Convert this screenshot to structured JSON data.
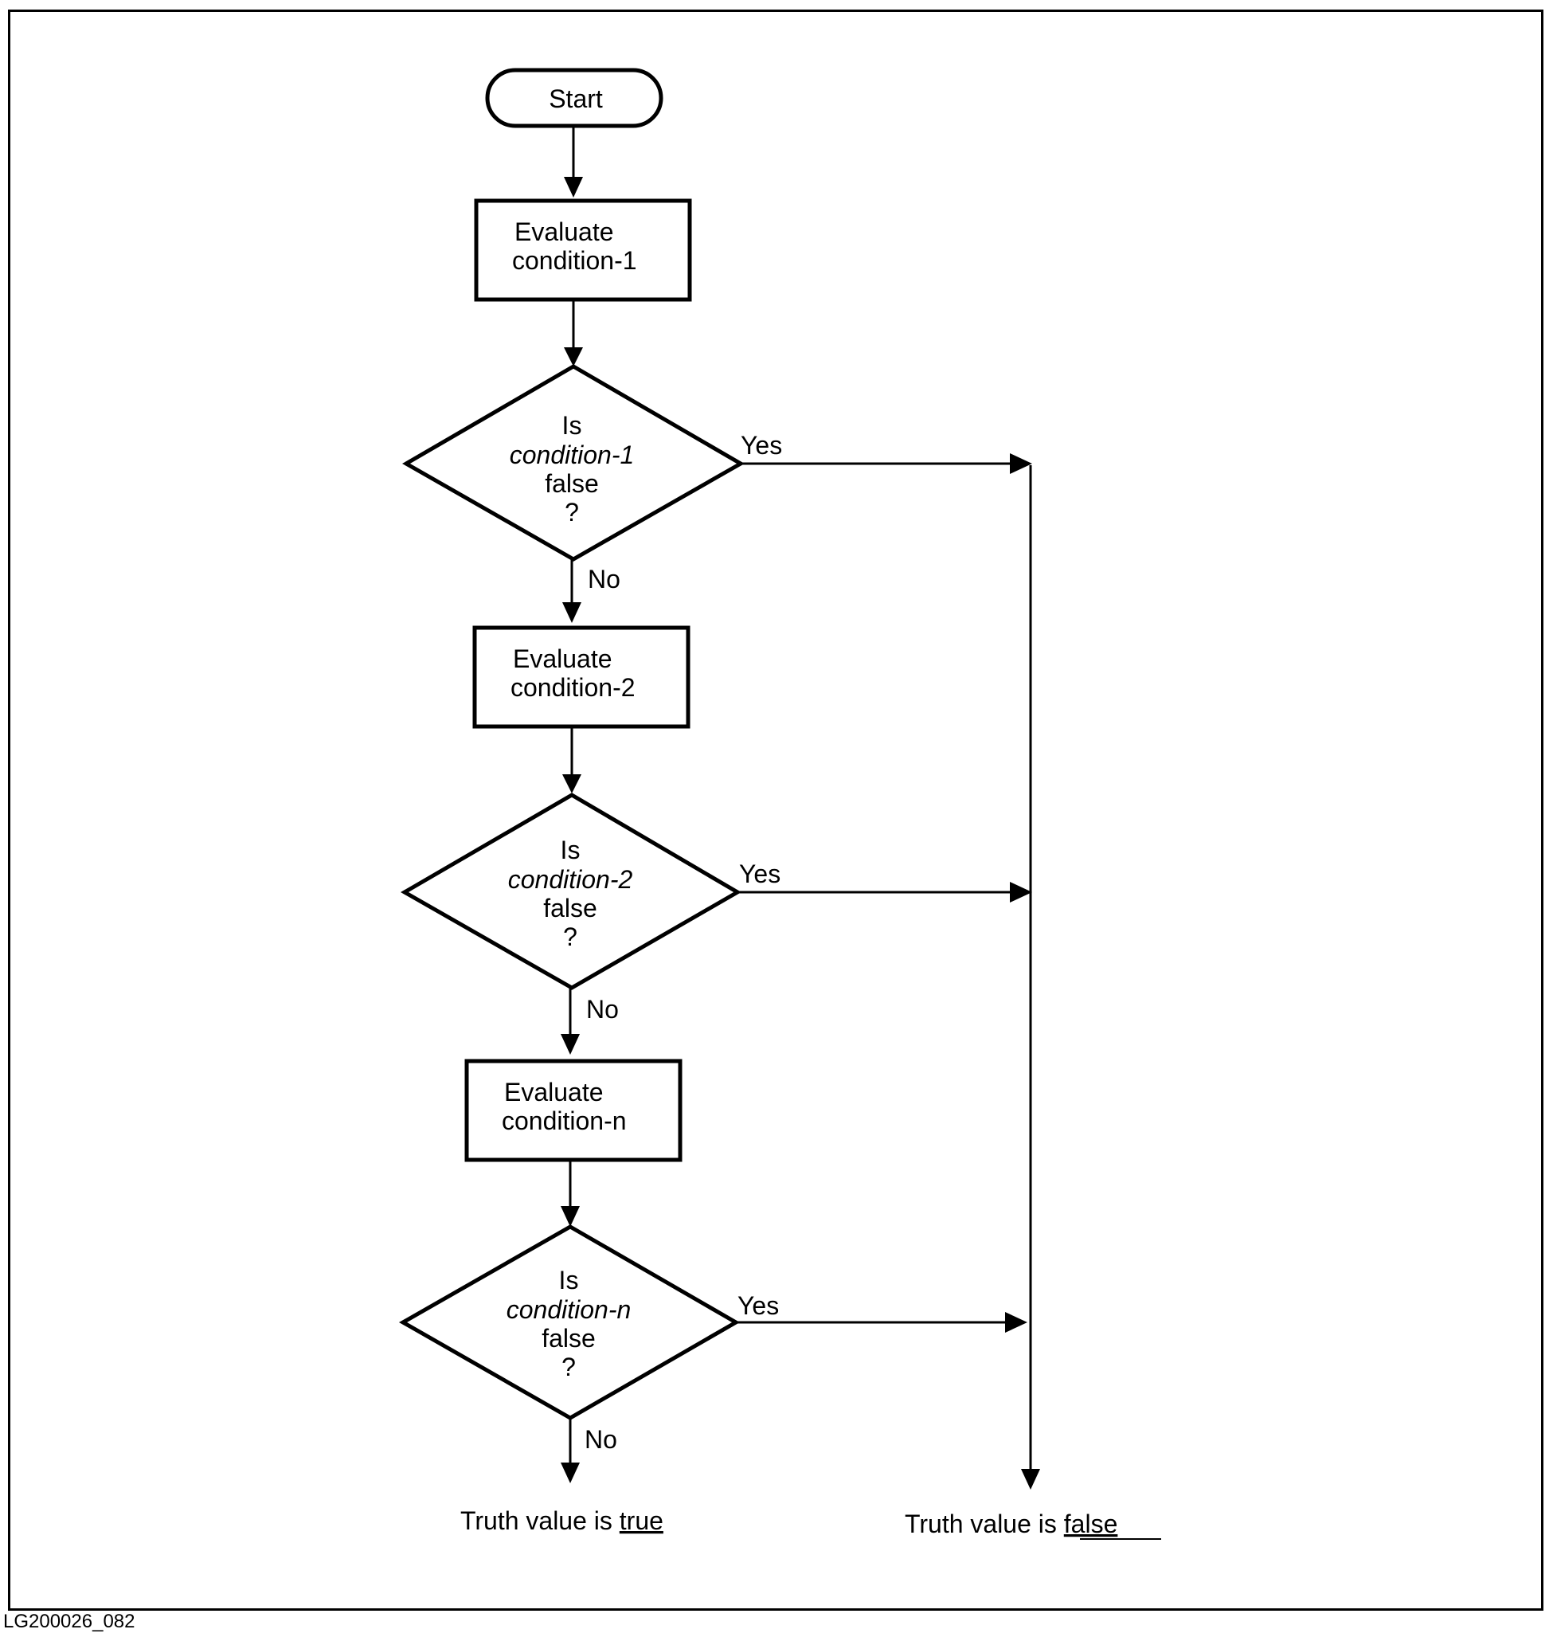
{
  "figure_id": "LG200026_082",
  "start_label": "Start",
  "steps": [
    {
      "evaluate": [
        "Evaluate",
        "condition-1"
      ],
      "decision": {
        "l1": "Is",
        "l2": "condition-1",
        "l3": "false",
        "l4": "?"
      },
      "yes": "Yes",
      "no": "No"
    },
    {
      "evaluate": [
        "Evaluate",
        "condition-2"
      ],
      "decision": {
        "l1": "Is",
        "l2": "condition-2",
        "l3": "false",
        "l4": "?"
      },
      "yes": "Yes",
      "no": "No"
    },
    {
      "evaluate": [
        "Evaluate",
        "condition-n"
      ],
      "decision": {
        "l1": "Is",
        "l2": "condition-n",
        "l3": "false",
        "l4": "?"
      },
      "yes": "Yes",
      "no": "No"
    }
  ],
  "outcome_true": {
    "prefix": "Truth value is ",
    "value": "true"
  },
  "outcome_false": {
    "prefix": "Truth value is ",
    "value": "false"
  }
}
